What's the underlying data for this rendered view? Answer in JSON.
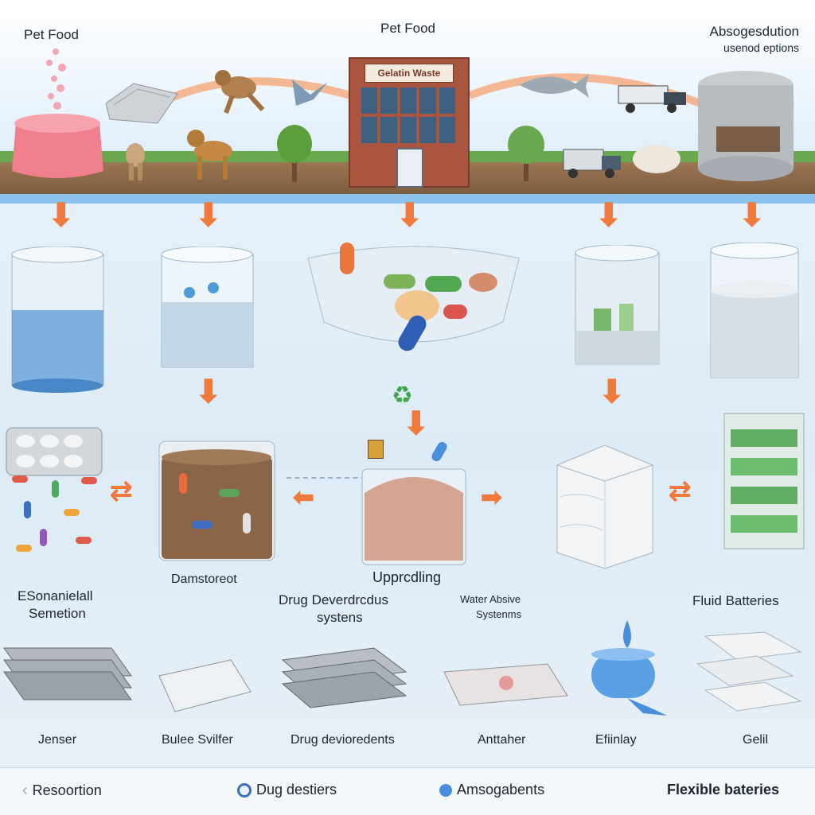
{
  "top": {
    "pet_food_left": "Pet Food",
    "pet_food_center": "Pet Food",
    "factory_sign": "Gelatin Waste",
    "right_title_line1": "Absogesdution",
    "right_title_line2": "usenod eptions"
  },
  "middle_labels": {
    "left_title_line1": "ESonanielall",
    "left_title_line2": "Semetion",
    "dam": "Damstoreot",
    "upcycling": "Upprcdling",
    "drug_systems_line1": "Drug Deverdrcdus",
    "drug_systems_line2": "systens",
    "water_systems_line1": "Water Absive",
    "water_systems_line2": "Systenms",
    "fluid_batteries": "Fluid Batteries"
  },
  "product_labels": [
    "Jenser",
    "Bulee Svilfer",
    "Drug devioredents",
    "Anttaher",
    "Efiinlay",
    "Gelil"
  ],
  "legend": {
    "items": [
      {
        "label": "Resoortion",
        "marker": "chevron-left-icon"
      },
      {
        "label": "Dug destiers",
        "marker": "circle-icon",
        "color": "#3b6fb8"
      },
      {
        "label": "Amsogabents",
        "marker": "circle-icon",
        "color": "#4a8ddc"
      },
      {
        "label": "Flexible bateries",
        "marker": "none"
      }
    ]
  },
  "colors": {
    "arrow": "#f07a3c",
    "water": "#5aa9e6",
    "soil": "#8a6a4a",
    "grass": "#6aa84f",
    "brick": "#a2513e"
  }
}
